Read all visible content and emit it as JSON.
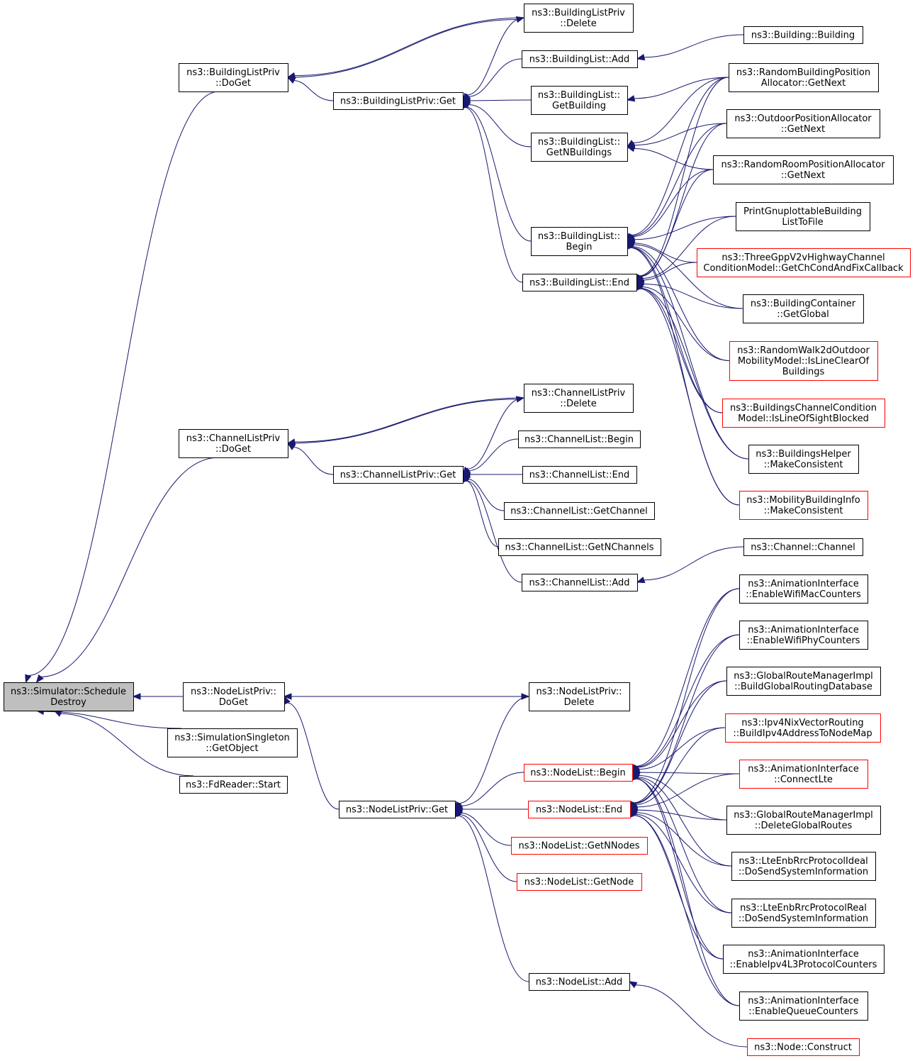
{
  "nodes": {
    "root": {
      "lines": [
        "ns3::Simulator::Schedule",
        "Destroy"
      ],
      "style": "root"
    },
    "blp_doget": {
      "lines": [
        "ns3::BuildingListPriv",
        "::DoGet"
      ]
    },
    "blp_delete": {
      "lines": [
        "ns3::BuildingListPriv",
        "::Delete"
      ]
    },
    "blp_get": {
      "lines": [
        "ns3::BuildingListPriv::Get"
      ]
    },
    "bl_add": {
      "lines": [
        "ns3::BuildingList::Add"
      ]
    },
    "building": {
      "lines": [
        "ns3::Building::Building"
      ]
    },
    "bl_getbuilding": {
      "lines": [
        "ns3::BuildingList::",
        "GetBuilding"
      ]
    },
    "rbpa": {
      "lines": [
        "ns3::RandomBuildingPosition",
        "Allocator::GetNext"
      ]
    },
    "bl_getn": {
      "lines": [
        "ns3::BuildingList::",
        "GetNBuildings"
      ]
    },
    "opa": {
      "lines": [
        "ns3::OutdoorPositionAllocator",
        "::GetNext"
      ]
    },
    "rrpa": {
      "lines": [
        "ns3::RandomRoomPositionAllocator",
        "::GetNext"
      ]
    },
    "bl_begin": {
      "lines": [
        "ns3::BuildingList::",
        "Begin"
      ]
    },
    "pgbl": {
      "lines": [
        "PrintGnuplottableBuilding",
        "ListToFile"
      ]
    },
    "bl_end": {
      "lines": [
        "ns3::BuildingList::End"
      ]
    },
    "tgpp": {
      "lines": [
        "ns3::ThreeGppV2vHighwayChannel",
        "ConditionModel::GetChCondAndFixCallback"
      ],
      "style": "red"
    },
    "bc_global": {
      "lines": [
        "ns3::BuildingContainer",
        "::GetGlobal"
      ]
    },
    "rw2d": {
      "lines": [
        "ns3::RandomWalk2dOutdoor",
        "MobilityModel::IsLineClearOf",
        "Buildings"
      ],
      "style": "red"
    },
    "bccm": {
      "lines": [
        "ns3::BuildingsChannelCondition",
        "Model::IsLineOfSightBlocked"
      ],
      "style": "red"
    },
    "bh_mc": {
      "lines": [
        "ns3::BuildingsHelper",
        "::MakeConsistent"
      ]
    },
    "mbi_mc": {
      "lines": [
        "ns3::MobilityBuildingInfo",
        "::MakeConsistent"
      ],
      "style": "red"
    },
    "clp_doget": {
      "lines": [
        "ns3::ChannelListPriv",
        "::DoGet"
      ]
    },
    "clp_delete": {
      "lines": [
        "ns3::ChannelListPriv",
        "::Delete"
      ]
    },
    "clp_get": {
      "lines": [
        "ns3::ChannelListPriv::Get"
      ]
    },
    "cl_begin": {
      "lines": [
        "ns3::ChannelList::Begin"
      ]
    },
    "cl_end": {
      "lines": [
        "ns3::ChannelList::End"
      ]
    },
    "cl_getchannel": {
      "lines": [
        "ns3::ChannelList::GetChannel"
      ]
    },
    "cl_getn": {
      "lines": [
        "ns3::ChannelList::GetNChannels"
      ]
    },
    "channel": {
      "lines": [
        "ns3::Channel::Channel"
      ]
    },
    "cl_add": {
      "lines": [
        "ns3::ChannelList::Add"
      ]
    },
    "ai_wmac": {
      "lines": [
        "ns3::AnimationInterface",
        "::EnableWifiMacCounters"
      ]
    },
    "ai_wphy": {
      "lines": [
        "ns3::AnimationInterface",
        "::EnableWifiPhyCounters"
      ]
    },
    "grm_build": {
      "lines": [
        "ns3::GlobalRouteManagerImpl",
        "::BuildGlobalRoutingDatabase"
      ]
    },
    "nlp_doget": {
      "lines": [
        "ns3::NodeListPriv::",
        "DoGet"
      ]
    },
    "nlp_delete": {
      "lines": [
        "ns3::NodeListPriv::",
        "Delete"
      ]
    },
    "ss_getobject": {
      "lines": [
        "ns3::SimulationSingleton",
        "::GetObject"
      ]
    },
    "ipv4nix": {
      "lines": [
        "ns3::Ipv4NixVectorRouting",
        "::BuildIpv4AddressToNodeMap"
      ],
      "style": "red"
    },
    "fd_start": {
      "lines": [
        "ns3::FdReader::Start"
      ]
    },
    "nl_begin": {
      "lines": [
        "ns3::NodeList::Begin"
      ],
      "style": "red"
    },
    "ai_lte": {
      "lines": [
        "ns3::AnimationInterface",
        "::ConnectLte"
      ],
      "style": "red"
    },
    "nlp_get": {
      "lines": [
        "ns3::NodeListPriv::Get"
      ]
    },
    "nl_end": {
      "lines": [
        "ns3::NodeList::End"
      ],
      "style": "red"
    },
    "grm_delete": {
      "lines": [
        "ns3::GlobalRouteManagerImpl",
        "::DeleteGlobalRoutes"
      ]
    },
    "nl_getnnodes": {
      "lines": [
        "ns3::NodeList::GetNNodes"
      ],
      "style": "red"
    },
    "lte_ideal": {
      "lines": [
        "ns3::LteEnbRrcProtocolIdeal",
        "::DoSendSystemInformation"
      ]
    },
    "nl_getnode": {
      "lines": [
        "ns3::NodeList::GetNode"
      ],
      "style": "red"
    },
    "lte_real": {
      "lines": [
        "ns3::LteEnbRrcProtocolReal",
        "::DoSendSystemInformation"
      ]
    },
    "ai_ipv4": {
      "lines": [
        "ns3::AnimationInterface",
        "::EnableIpv4L3ProtocolCounters"
      ]
    },
    "nl_add": {
      "lines": [
        "ns3::NodeList::Add"
      ]
    },
    "ai_queue": {
      "lines": [
        "ns3::AnimationInterface",
        "::EnableQueueCounters"
      ]
    },
    "node_construct": {
      "lines": [
        "ns3::Node::Construct"
      ],
      "style": "red"
    }
  },
  "edges": [
    [
      "blp_doget",
      "root"
    ],
    [
      "clp_doget",
      "root"
    ],
    [
      "nlp_doget",
      "root"
    ],
    [
      "ss_getobject",
      "root"
    ],
    [
      "fd_start",
      "root"
    ],
    [
      "blp_delete",
      "blp_doget"
    ],
    [
      "blp_get",
      "blp_doget"
    ],
    [
      "blp_doget",
      "blp_delete"
    ],
    [
      "blp_delete",
      "blp_get"
    ],
    [
      "bl_add",
      "blp_get"
    ],
    [
      "bl_getbuilding",
      "blp_get"
    ],
    [
      "bl_getn",
      "blp_get"
    ],
    [
      "bl_begin",
      "blp_get"
    ],
    [
      "bl_end",
      "blp_get"
    ],
    [
      "building",
      "bl_add"
    ],
    [
      "rbpa",
      "bl_getbuilding"
    ],
    [
      "opa",
      "bl_getn"
    ],
    [
      "rrpa",
      "bl_getn"
    ],
    [
      "rbpa",
      "bl_getn"
    ],
    [
      "rbpa",
      "bl_begin"
    ],
    [
      "opa",
      "bl_begin"
    ],
    [
      "rrpa",
      "bl_begin"
    ],
    [
      "pgbl",
      "bl_begin"
    ],
    [
      "tgpp",
      "bl_begin"
    ],
    [
      "bc_global",
      "bl_begin"
    ],
    [
      "rw2d",
      "bl_begin"
    ],
    [
      "bccm",
      "bl_begin"
    ],
    [
      "bh_mc",
      "bl_begin"
    ],
    [
      "mbi_mc",
      "bl_begin"
    ],
    [
      "rbpa",
      "bl_end"
    ],
    [
      "opa",
      "bl_end"
    ],
    [
      "rrpa",
      "bl_end"
    ],
    [
      "pgbl",
      "bl_end"
    ],
    [
      "tgpp",
      "bl_end"
    ],
    [
      "bc_global",
      "bl_end"
    ],
    [
      "rw2d",
      "bl_end"
    ],
    [
      "bccm",
      "bl_end"
    ],
    [
      "bh_mc",
      "bl_end"
    ],
    [
      "mbi_mc",
      "bl_end"
    ],
    [
      "clp_delete",
      "clp_doget"
    ],
    [
      "clp_get",
      "clp_doget"
    ],
    [
      "clp_doget",
      "clp_delete"
    ],
    [
      "clp_delete",
      "clp_get"
    ],
    [
      "cl_begin",
      "clp_get"
    ],
    [
      "cl_end",
      "clp_get"
    ],
    [
      "cl_getchannel",
      "clp_get"
    ],
    [
      "cl_getn",
      "clp_get"
    ],
    [
      "cl_add",
      "clp_get"
    ],
    [
      "channel",
      "cl_add"
    ],
    [
      "nlp_delete",
      "nlp_doget"
    ],
    [
      "nlp_get",
      "nlp_doget"
    ],
    [
      "nlp_doget",
      "nlp_delete"
    ],
    [
      "nlp_delete",
      "nlp_get"
    ],
    [
      "nl_begin",
      "nlp_get"
    ],
    [
      "nl_end",
      "nlp_get"
    ],
    [
      "nl_getnnodes",
      "nlp_get"
    ],
    [
      "nl_getnode",
      "nlp_get"
    ],
    [
      "nl_add",
      "nlp_get"
    ],
    [
      "node_construct",
      "nl_add"
    ],
    [
      "ai_wmac",
      "nl_begin"
    ],
    [
      "ai_wphy",
      "nl_begin"
    ],
    [
      "grm_build",
      "nl_begin"
    ],
    [
      "ipv4nix",
      "nl_begin"
    ],
    [
      "ai_lte",
      "nl_begin"
    ],
    [
      "grm_delete",
      "nl_begin"
    ],
    [
      "lte_ideal",
      "nl_begin"
    ],
    [
      "lte_real",
      "nl_begin"
    ],
    [
      "ai_ipv4",
      "nl_begin"
    ],
    [
      "ai_queue",
      "nl_begin"
    ],
    [
      "ai_wmac",
      "nl_end"
    ],
    [
      "ai_wphy",
      "nl_end"
    ],
    [
      "grm_build",
      "nl_end"
    ],
    [
      "ipv4nix",
      "nl_end"
    ],
    [
      "ai_lte",
      "nl_end"
    ],
    [
      "grm_delete",
      "nl_end"
    ],
    [
      "lte_ideal",
      "nl_end"
    ],
    [
      "lte_real",
      "nl_end"
    ],
    [
      "ai_ipv4",
      "nl_end"
    ],
    [
      "ai_queue",
      "nl_end"
    ]
  ],
  "colors": {
    "edge": "#191970",
    "red_border": "#ff0000",
    "root_fill": "#bfbfbf"
  }
}
